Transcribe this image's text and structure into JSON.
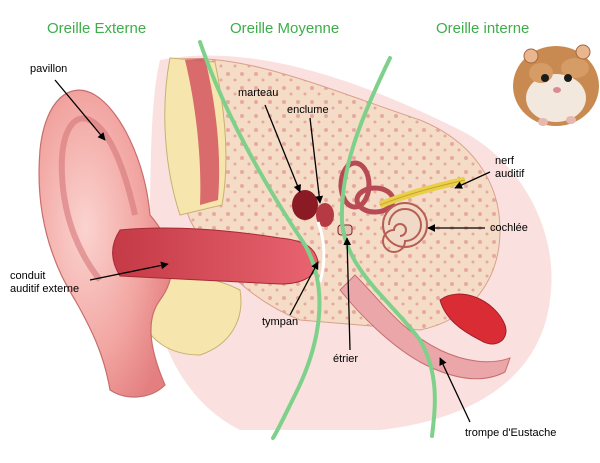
{
  "titles": {
    "outer": "Oreille Externe",
    "middle": "Oreille Moyenne",
    "inner": "Oreille interne"
  },
  "labels": {
    "pavillon": "pavillon",
    "marteau": "marteau",
    "enclume": "enclume",
    "nerf_line1": "nerf",
    "nerf_line2": "auditif",
    "cochlee": "cochlée",
    "conduit_line1": "conduit",
    "conduit_line2": "auditif externe",
    "tympan": "tympan",
    "etrier": "étrier",
    "trompe": "trompe d'Eustache"
  },
  "colors": {
    "title_green": "#3dae49",
    "divider_green": "#7fd08a",
    "skin": "#f0a3a0",
    "canal": "#e0505a",
    "bone": "#f3d9c2",
    "cartilage": "#f5e6a8"
  },
  "icons": {
    "hamster": "hamster-image"
  }
}
